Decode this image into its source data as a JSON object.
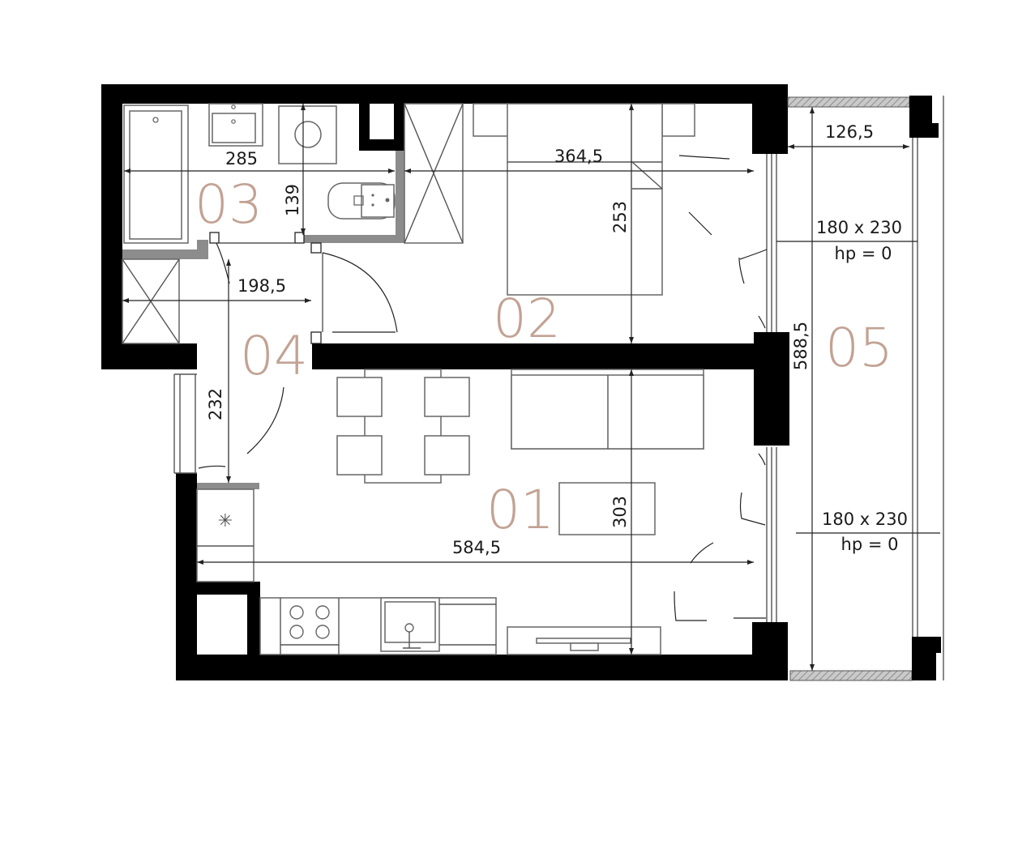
{
  "rooms": {
    "r01": "01",
    "r02": "02",
    "r03": "03",
    "r04": "04",
    "r05": "05"
  },
  "dimensions": {
    "bath_width": "285",
    "bath_depth": "139",
    "bedroom_width": "364,5",
    "bedroom_depth": "253",
    "hall_width": "198,5",
    "hall_depth": "232",
    "living_width": "584,5",
    "living_depth": "303",
    "balcony_width": "126,5",
    "balcony_length": "588,5"
  },
  "windows": {
    "upper_size": "180 x 230",
    "upper_hp": "hp = 0",
    "lower_size": "180 x 230",
    "lower_hp": "hp = 0"
  },
  "colors": {
    "room_label": "#c2a293",
    "wall": "#000000",
    "partition": "#8c8c8c"
  }
}
